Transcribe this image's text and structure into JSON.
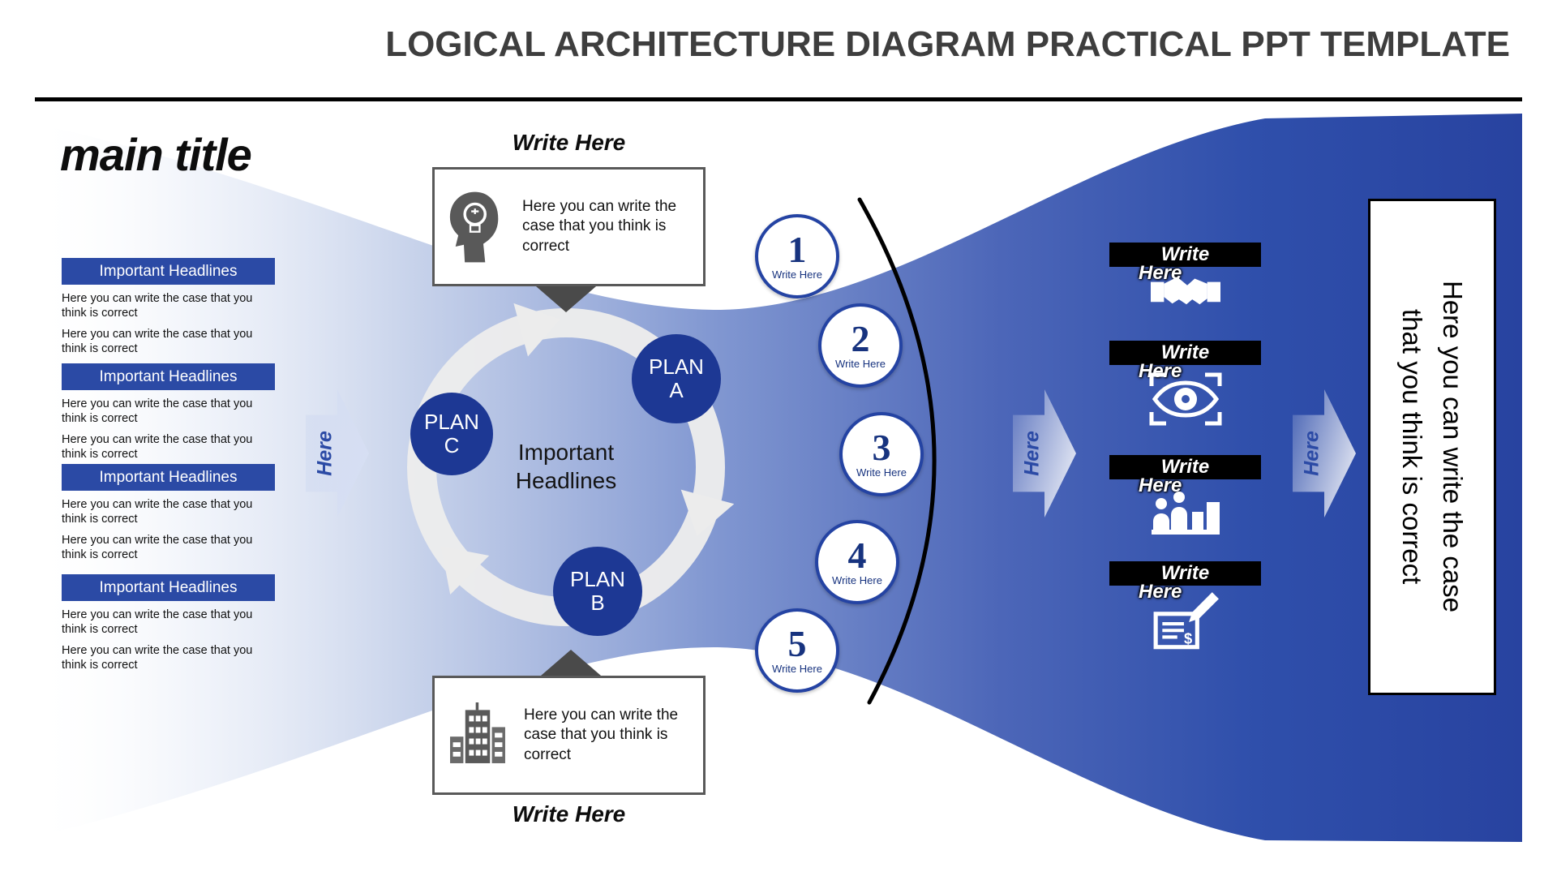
{
  "header": {
    "title": "LOGICAL ARCHITECTURE DIAGRAM PRACTICAL PPT TEMPLATE"
  },
  "left": {
    "main_title": "main title",
    "blocks": [
      {
        "heading": "Important Headlines",
        "para1": "Here you can write the case that you think is correct",
        "para2": "Here you can write the case that you think is correct"
      },
      {
        "heading": "Important Headlines",
        "para1": "Here you can write the case that you think is correct",
        "para2": "Here you can write the case that you think is correct"
      },
      {
        "heading": "Important Headlines",
        "para1": "Here you can write the case that you think is correct",
        "para2": "Here you can write the case that you think is correct"
      },
      {
        "heading": "Important Headlines",
        "para1": "Here you can write the case that you think is correct",
        "para2": "Here you can write the case that you think is correct"
      }
    ]
  },
  "arrows": [
    {
      "label": "Here"
    },
    {
      "label": "Here"
    },
    {
      "label": "Here"
    }
  ],
  "cycle": {
    "center_line1": "Important",
    "center_line2": "Headlines",
    "plans": [
      {
        "line1": "PLAN",
        "line2": "A"
      },
      {
        "line1": "PLAN",
        "line2": "B"
      },
      {
        "line1": "PLAN",
        "line2": "C"
      }
    ]
  },
  "callouts": {
    "top": {
      "label": "Write Here",
      "icon": "idea-head-icon",
      "text": "Here you can write the case that you think is correct"
    },
    "bottom": {
      "label": "Write Here",
      "icon": "building-icon",
      "text": "Here you can write the case that you think is correct"
    }
  },
  "steps": [
    {
      "number": "1",
      "label": "Write Here"
    },
    {
      "number": "2",
      "label": "Write Here"
    },
    {
      "number": "3",
      "label": "Write Here"
    },
    {
      "number": "4",
      "label": "Write Here"
    },
    {
      "number": "5",
      "label": "Write Here"
    }
  ],
  "right_items": [
    {
      "label_line1": "Write",
      "label_line2": "Here",
      "icon": "handshake-icon"
    },
    {
      "label_line1": "Write",
      "label_line2": "Here",
      "icon": "eye-icon"
    },
    {
      "label_line1": "Write",
      "label_line2": "Here",
      "icon": "audience-icon"
    },
    {
      "label_line1": "Write",
      "label_line2": "Here",
      "icon": "contract-icon"
    }
  ],
  "right_panel": {
    "line1": "Here you can write the case",
    "line2": "that you think is correct"
  },
  "colors": {
    "accent_blue": "#2b4aa5",
    "navy_circle": "#1d3894",
    "dark_gray": "#595959",
    "ring_gray": "#ececec",
    "black": "#000000"
  }
}
